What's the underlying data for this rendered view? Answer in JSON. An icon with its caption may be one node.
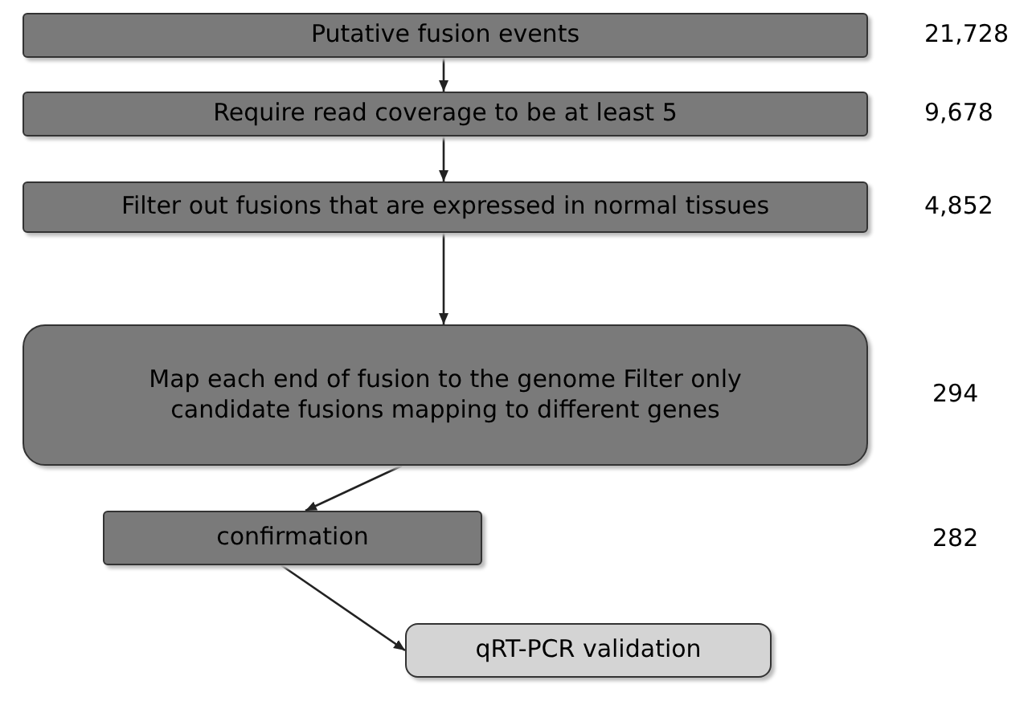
{
  "diagram": {
    "nodes": [
      {
        "text": [
          "Putative fusion events"
        ],
        "beside": [
          "21,728"
        ]
      },
      {
        "text": [
          "Require read coverage to be at least 5"
        ],
        "beside": [
          "9,678"
        ]
      },
      {
        "text": [
          "Filter out fusions that are expressed in normal tissues"
        ],
        "beside": [
          "4,852"
        ]
      },
      {
        "text": [
          "Map each end of fusion to the genome Filter only candidate fusions mapping to different genes"
        ],
        "beside": [
          "294"
        ]
      },
      {
        "text": [
          "confirmation"
        ]
      },
      {
        "text": [
          "qRT-PCR validation"
        ]
      }
    ],
    "edges": [
      {
        "from": 0,
        "to": 1,
        "arrow": "to"
      },
      {
        "from": 1,
        "to": 2,
        "arrow": "to"
      },
      {
        "from": 2,
        "to": 3,
        "arrow": "to"
      },
      {
        "from": 3,
        "to": 4,
        "arrow": "to"
      },
      {
        "from": 4,
        "to": 5,
        "arrow": "to"
      }
    ],
    "labels": [
      "282"
    ]
  }
}
